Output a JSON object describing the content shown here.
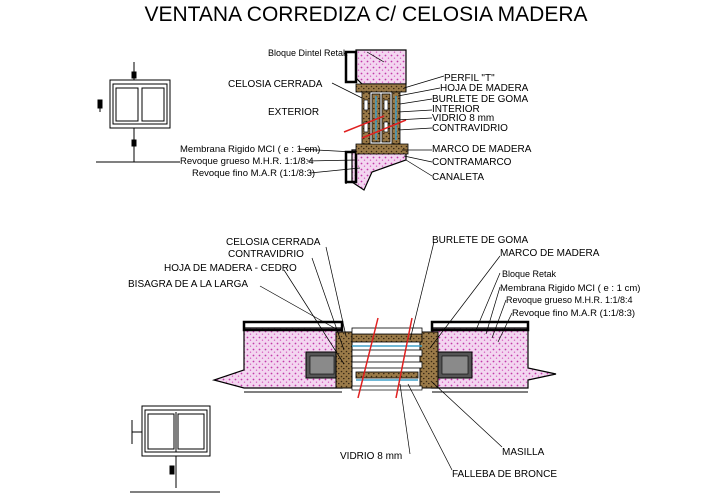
{
  "title": "VENTANA CORREDIZA C/ CELOSIA MADERA",
  "top_detail": {
    "labels": {
      "bloque_dintel": "Bloque Dintel Retak",
      "celosia_cerrada": "CELOSIA CERRADA",
      "exterior": "EXTERIOR",
      "perfil_t": "PERFIL \"T\"",
      "hoja_madera": "HOJA DE MADERA",
      "burlete": "BURLETE DE GOMA",
      "interior": "INTERIOR",
      "vidrio": "VIDRIO 8 mm",
      "contravidrio": "CONTRAVIDRIO",
      "membrana": "Membrana Rigido MCI ( e : 1 cm)",
      "marco": "MARCO DE MADERA",
      "revoque_grueso": "Revoque grueso M.H.R. 1:1/8:4",
      "contramarco": "CONTRAMARCO",
      "revoque_fino": "Revoque fino M.A.R (1:1/8:3)",
      "canaleta": "CANALETA"
    }
  },
  "bottom_detail": {
    "labels": {
      "celosia_cerrada": "CELOSIA CERRADA",
      "contravidrio": "CONTRAVIDRIO",
      "hoja_madera": "HOJA DE MADERA - CEDRO",
      "bisagra": "BISAGRA DE A LA LARGA",
      "burlete": "BURLETE DE GOMA",
      "marco": "MARCO DE MADERA",
      "bloque": "Bloque Retak",
      "membrana": "Membrana Rigido MCI ( e : 1 cm)",
      "revoque_grueso": "Revoque grueso M.H.R. 1:1/8:4",
      "revoque_fino": "Revoque fino M.A.R (1:1/8:3)",
      "masilla": "MASILLA",
      "vidrio": "VIDRIO 8 mm",
      "falleba": "FALLEBA DE BRONCE"
    }
  },
  "colors": {
    "wall_fill": "#f3d6f0",
    "wall_dots": "#c23aa8",
    "wood": "#8a6a3c",
    "wood_dark": "#4a3a24",
    "cut_line": "#e02020",
    "glass": "#40a0c8"
  }
}
